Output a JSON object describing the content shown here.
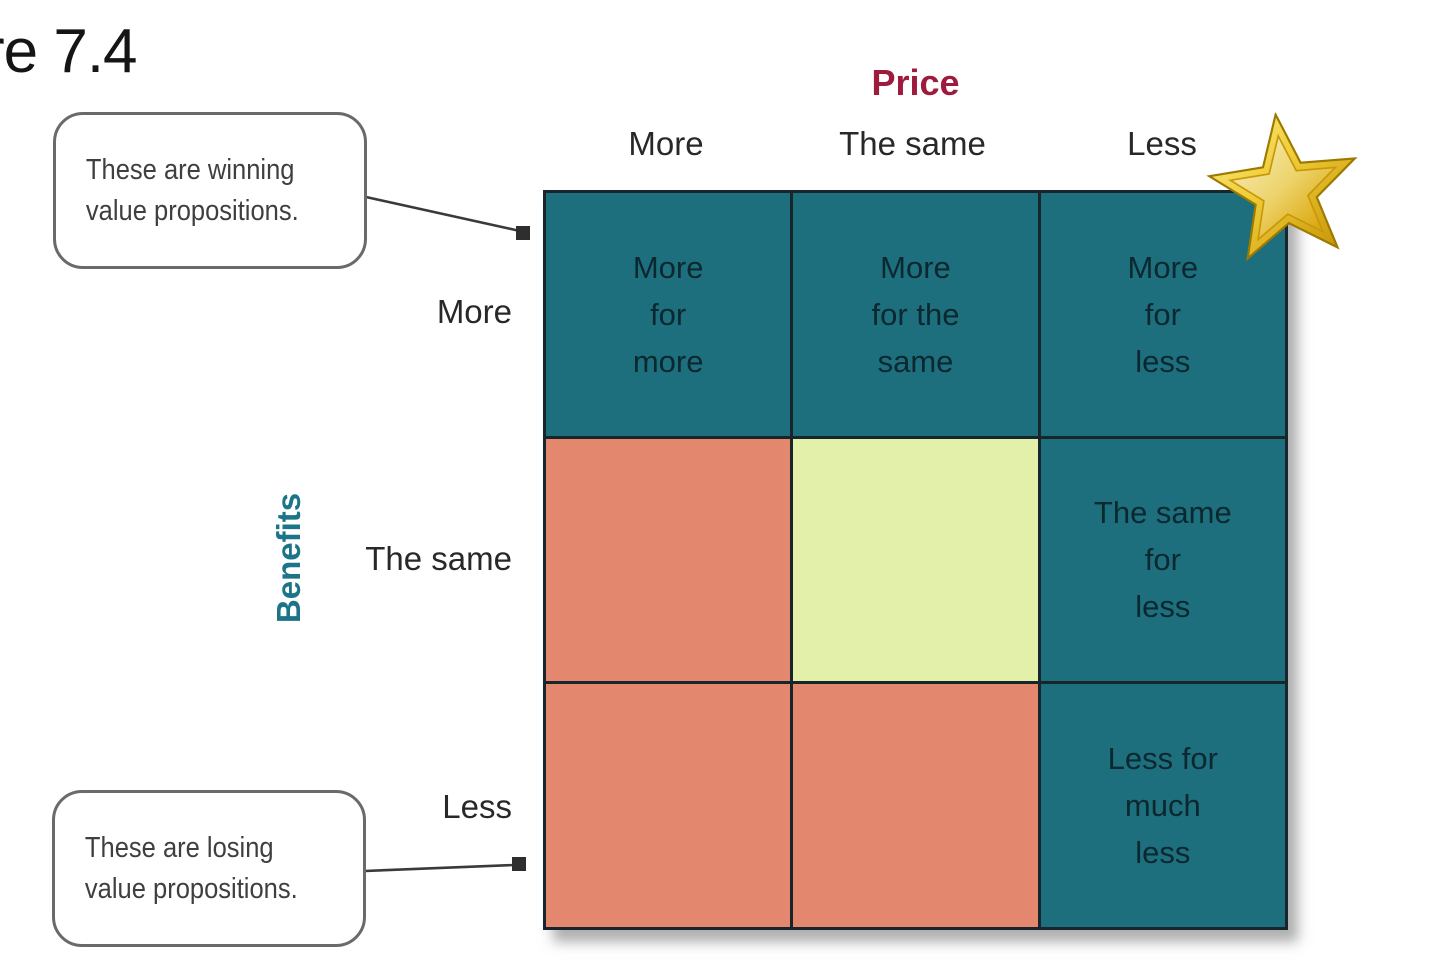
{
  "figure_label": "re 7.4",
  "price_axis": {
    "title": "Price",
    "labels": [
      "More",
      "The same",
      "Less"
    ]
  },
  "benefits_axis": {
    "title": "Benefits",
    "labels": [
      "More",
      "The same",
      "Less"
    ]
  },
  "cells": [
    {
      "text": "More\nfor\nmore",
      "type": "winning"
    },
    {
      "text": "More\nfor the\nsame",
      "type": "winning"
    },
    {
      "text": "More\nfor\nless",
      "type": "winning"
    },
    {
      "text": "",
      "type": "losing"
    },
    {
      "text": "",
      "type": "neutral"
    },
    {
      "text": "The same\nfor\nless",
      "type": "winning"
    },
    {
      "text": "",
      "type": "losing"
    },
    {
      "text": "",
      "type": "losing"
    },
    {
      "text": "Less for\nmuch\nless",
      "type": "winning"
    }
  ],
  "callouts": {
    "winning": "These are winning\nvalue propositions.",
    "losing": "These are losing\nvalue propositions."
  },
  "icons": {
    "star": "gold-star-icon"
  },
  "colors": {
    "winning_cell": "#1E6F7E",
    "losing_cell": "#E3876F",
    "neutral_cell": "#E3F0A9",
    "price_title": "#9E1B3D",
    "benefits_title": "#1B7488",
    "grid_border": "#17262B",
    "connector": "#3A3A3A",
    "star_gold": "#D9A404"
  }
}
